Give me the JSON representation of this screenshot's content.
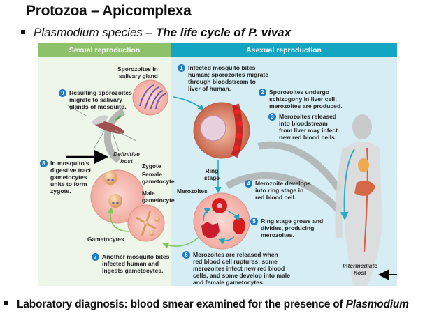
{
  "slide": {
    "title": "Protozoa – Apicomplexa",
    "subtitle_italic": "Plasmodium species – ",
    "subtitle_bold": "The life cycle of P. vivax",
    "footer_text": "Laboratory diagnosis: blood smear examined for the presence of ",
    "footer_italic": "Plasmodium"
  },
  "diagram": {
    "header_left": "Sexual reproduction",
    "header_right": "Asexual reproduction",
    "colors": {
      "sexual_header": "#8dc26a",
      "asexual_header": "#12a6c2",
      "sexual_bg": "#eef6ea",
      "asexual_bg": "#d6edf3",
      "step_badge": "#1e7bc6"
    },
    "steps": [
      {
        "num": "1",
        "text": [
          "Infected mosquito bites",
          "human; sporozoites migrate",
          "through bloodstream to",
          "liver of human."
        ]
      },
      {
        "num": "2",
        "text": [
          "Sporozoites undergo",
          "schizogony in liver cell;",
          "merozoites are produced."
        ]
      },
      {
        "num": "3",
        "text": [
          "Merozoites released",
          "into bloodstream",
          "from liver may infect",
          "new red blood cells."
        ]
      },
      {
        "num": "4",
        "text": [
          "Merozoite develops",
          "into ring stage in",
          "red blood cell."
        ]
      },
      {
        "num": "5",
        "text": [
          "Ring stage grows and",
          "divides, producing",
          "merozoites."
        ]
      },
      {
        "num": "6",
        "text": [
          "Merozoites are released when",
          "red blood cell ruptures; some",
          "merozoites infect new red blood",
          "cells, and some develop into male",
          "and female gametocytes."
        ]
      },
      {
        "num": "7",
        "text": [
          "Another mosquito bites",
          "infected human and",
          "ingests gametocytes."
        ]
      },
      {
        "num": "8",
        "text": [
          "In mosquito's",
          "digestive tract,",
          "gametocytes",
          "unite to form",
          "zygote."
        ]
      },
      {
        "num": "9",
        "text": [
          "Resulting sporozoites",
          "migrate to salivary",
          "glands of mosquito."
        ]
      }
    ],
    "labels": {
      "sporozoites": [
        "Sporozoites in",
        "salivary gland"
      ],
      "definitive_host": [
        "Definitive",
        "host"
      ],
      "intermediate_host": [
        "Intermediate",
        "host"
      ],
      "zygote": "Zygote",
      "female_gametocyte": [
        "Female",
        "gametocyte"
      ],
      "male_gametocyte": [
        "Male",
        "gametocyte"
      ],
      "gametocytes": "Gametocytes",
      "ring_stage": [
        "Ring",
        "stage"
      ],
      "merozoites": "Merozoites"
    }
  }
}
